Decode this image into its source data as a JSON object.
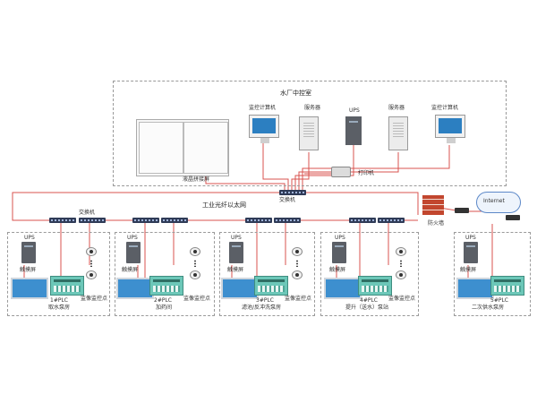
{
  "control_room": {
    "title": "水厂中控室",
    "lcd_wall": "液晶拼接屏",
    "monitor_computer": "监控计算机",
    "server_1": "服务器",
    "ups": "UPS",
    "server_2": "服务器",
    "engineering_computer": "监控计算机",
    "printer": "打印机",
    "core_switch": "交换机"
  },
  "network": {
    "industrial_ring": "工业光纤以太网",
    "switch_label": "交换机",
    "firewall": "防火墙",
    "internet": "Internet"
  },
  "stations": [
    {
      "ups": "UPS",
      "hmi": "触摸屏",
      "plc": "1#PLC",
      "cams": "监像监控点",
      "name": "取水泵房"
    },
    {
      "ups": "UPS",
      "hmi": "触摸屏",
      "plc": "2#PLC",
      "cams": "监像监控点",
      "name": "加药间"
    },
    {
      "ups": "UPS",
      "hmi": "触摸屏",
      "plc": "3#PLC",
      "cams": "监像监控点",
      "name": "滤池/反冲洗泵房"
    },
    {
      "ups": "UPS",
      "hmi": "触摸屏",
      "plc": "4#PLC",
      "cams": "监像监控点",
      "name": "提升（送水）泵站"
    },
    {
      "ups": "UPS",
      "hmi": "触摸屏",
      "plc": "5#PLC",
      "name": "二次供水泵房"
    }
  ],
  "colors": {
    "link_red": "#d9534f",
    "ups_gray": "#5b5f66",
    "plc_teal": "#6cc7b8",
    "hmi_blue": "#3d8fcf",
    "switch_navy": "#2f3b57",
    "firewall_red": "#c2462e"
  }
}
